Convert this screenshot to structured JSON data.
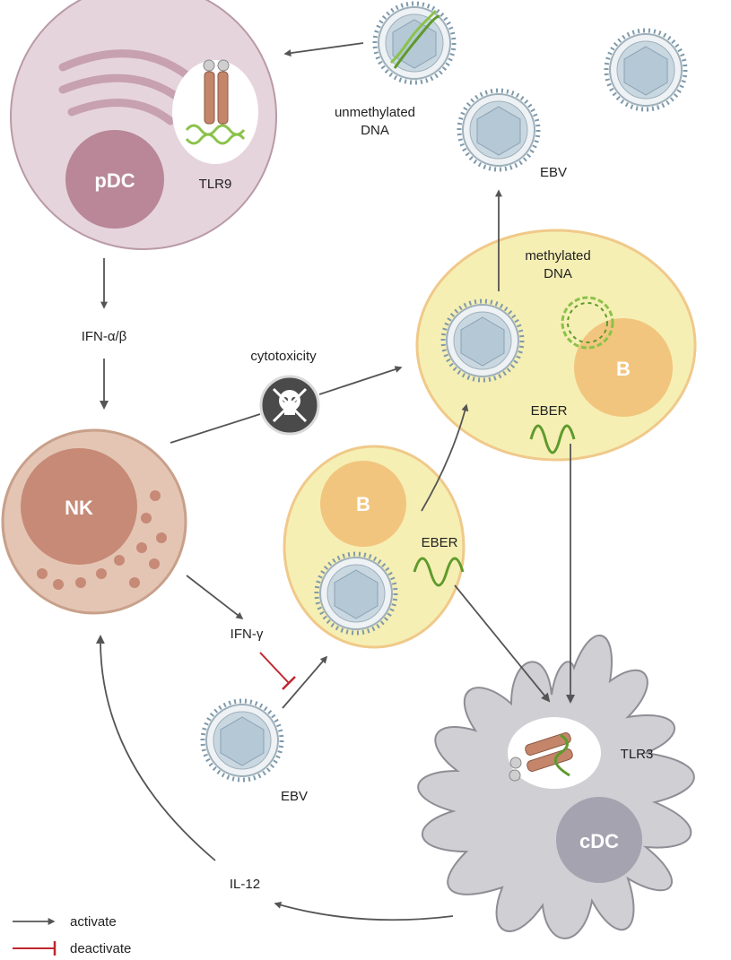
{
  "cells": {
    "pdc": "pDC",
    "nk": "NK",
    "b_upper": "B",
    "b_lower": "B",
    "cdc": "cDC"
  },
  "receptors": {
    "tlr9": "TLR9",
    "tlr3": "TLR3"
  },
  "labels": {
    "unmethylated_line1": "unmethylated",
    "unmethylated_line2": "DNA",
    "ebv_top": "EBV",
    "methylated_line1": "methylated",
    "methylated_line2": "DNA",
    "eber_upper": "EBER",
    "eber_lower": "EBER",
    "ifn_ab": "IFN-α/β",
    "cytotoxicity": "cytotoxicity",
    "ifn_g": "IFN-γ",
    "ebv_bottom": "EBV",
    "il12": "IL-12"
  },
  "legend": {
    "activate": "activate",
    "deactivate": "deactivate"
  },
  "colors": {
    "pdc_fill": "#e6d4dc",
    "pdc_nucleus": "#b98797",
    "nk_fill": "#e4c5b4",
    "nk_nucleus": "#c68a76",
    "b_cell_fill": "#f6efb4",
    "b_cell_border": "#f0c98a",
    "b_nucleus": "#f2c57e",
    "cdc_fill": "#cfcfd4",
    "cdc_nucleus": "#a6a3b1",
    "virus_dots": "#7f9aab",
    "activate_arrow": "#555555",
    "deactivate_bar": "#c0262d"
  }
}
